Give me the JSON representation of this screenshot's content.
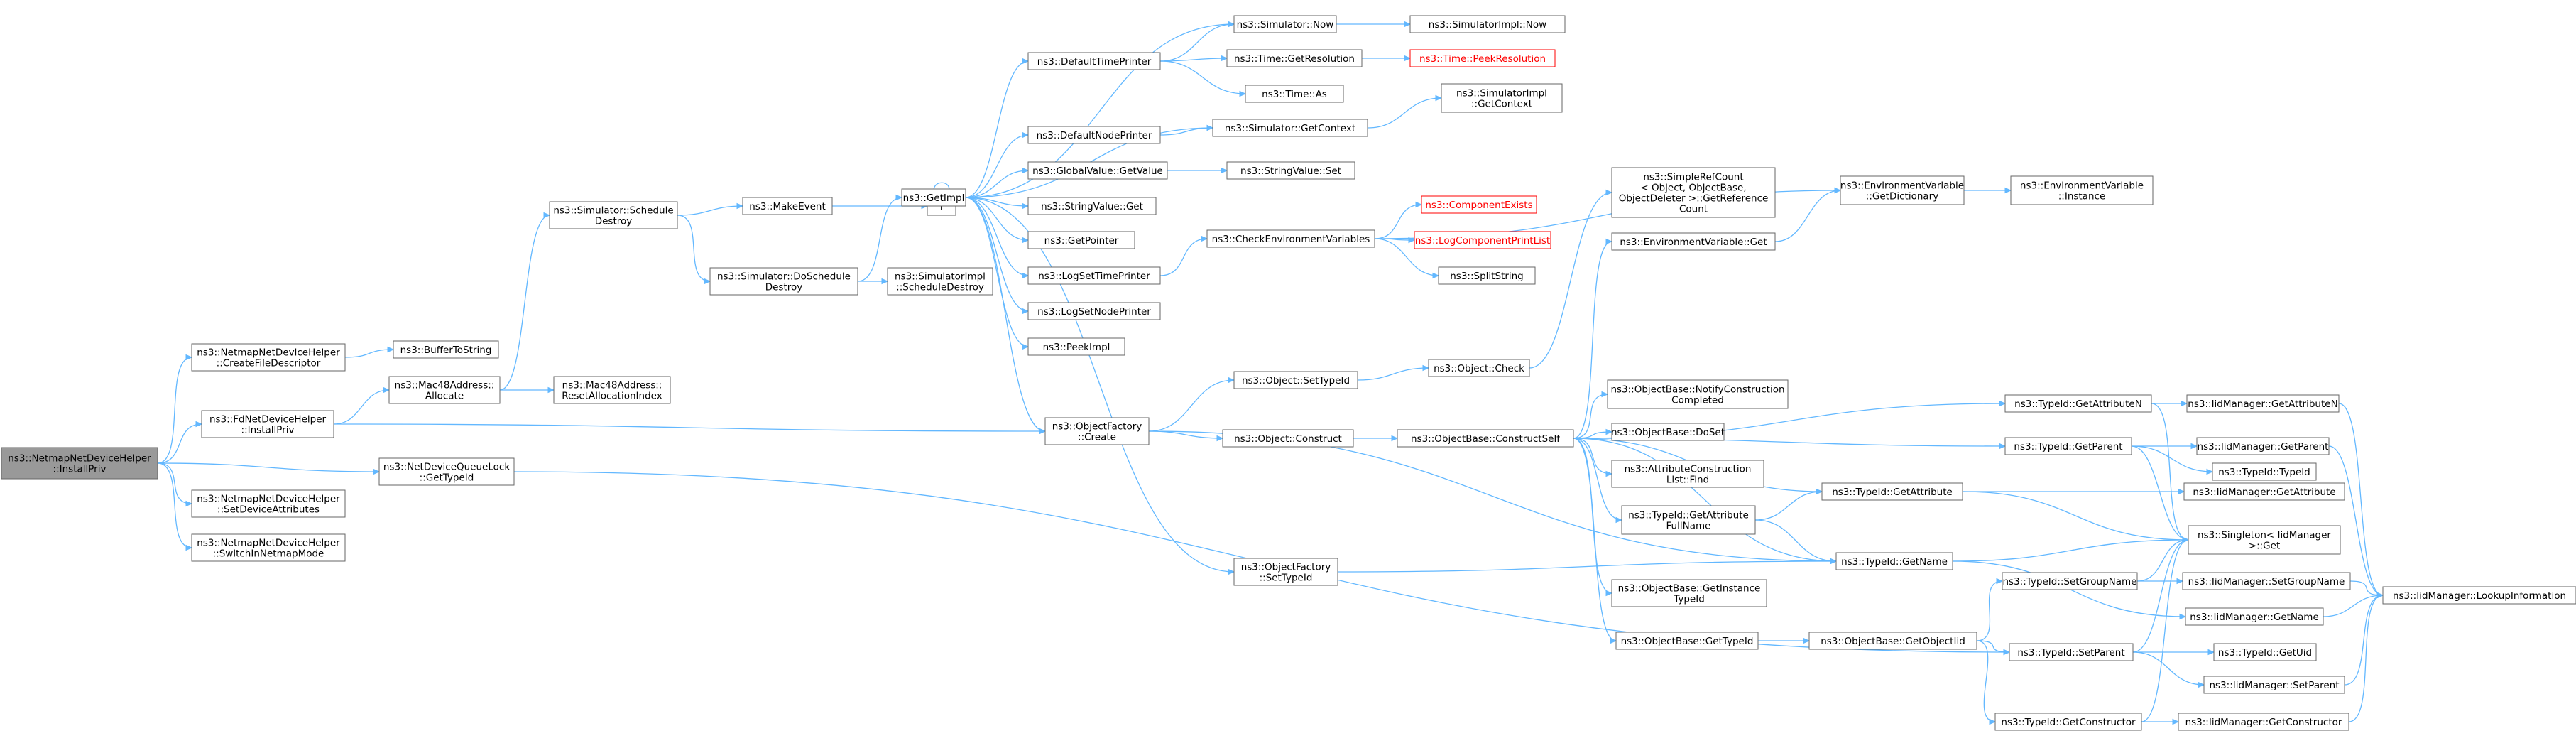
{
  "nodes": {
    "n_root": "ns3::NetmapNetDeviceHelper\n::InstallPriv",
    "n_cfd": "ns3::NetmapNetDeviceHelper\n::CreateFileDescriptor",
    "n_fdinst": "ns3::FdNetDeviceHelper\n::InstallPriv",
    "n_setdev": "ns3::NetmapNetDeviceHelper\n::SetDeviceAttributes",
    "n_switch": "ns3::NetmapNetDeviceHelper\n::SwitchInNetmapMode",
    "n_ndql": "ns3::NetDeviceQueueLock\n::GetTypeId",
    "n_buf": "ns3::BufferToString",
    "n_alloc": "ns3::Mac48Address::\nAllocate",
    "n_reset": "ns3::Mac48Address::\nResetAllocationIndex",
    "n_sched": "ns3::Simulator::Schedule\nDestroy",
    "n_make": "ns3::MakeEvent",
    "n_dosched": "ns3::Simulator::DoSchedule\nDestroy",
    "n_simsched": "ns3::SimulatorImpl\n::ScheduleDestroy",
    "n_f": "f",
    "n_getimpl": "ns3::GetImpl",
    "n_dtp": "ns3::DefaultTimePrinter",
    "n_dnp": "ns3::DefaultNodePrinter",
    "n_gvget": "ns3::GlobalValue::GetValue",
    "n_svget": "ns3::StringValue::Get",
    "n_getptr": "ns3::GetPointer",
    "n_lstp": "ns3::LogSetTimePrinter",
    "n_lsnp": "ns3::LogSetNodePrinter",
    "n_peek": "ns3::PeekImpl",
    "n_ofcreate": "ns3::ObjectFactory\n::Create",
    "n_ofsettid": "ns3::ObjectFactory\n::SetTypeId",
    "n_simnow": "ns3::Simulator::Now",
    "n_siminow": "ns3::SimulatorImpl::Now",
    "n_getres": "ns3::Time::GetResolution",
    "n_peekres": "ns3::Time::PeekResolution",
    "n_timeas": "ns3::Time::As",
    "n_getctx": "ns3::Simulator::GetContext",
    "n_impl_getctx": "ns3::SimulatorImpl\n::GetContext",
    "n_svset": "ns3::StringValue::Set",
    "n_cev": "ns3::CheckEnvironmentVariables",
    "n_compexists": "ns3::ComponentExists",
    "n_lcpl": "ns3::LogComponentPrintList",
    "n_split": "ns3::SplitString",
    "n_envdict": "ns3::EnvironmentVariable\n::GetDictionary",
    "n_envinst": "ns3::EnvironmentVariable\n::Instance",
    "n_envget": "ns3::EnvironmentVariable::Get",
    "n_srcref": "ns3::SimpleRefCount\n< Object, ObjectBase,\nObjectDeleter >::GetReference\nCount",
    "n_objsettid": "ns3::Object::SetTypeId",
    "n_objcheck": "ns3::Object::Check",
    "n_objconstruct": "ns3::Object::Construct",
    "n_obcs": "ns3::ObjectBase::ConstructSelf",
    "n_obnotify": "ns3::ObjectBase::NotifyConstruction\nCompleted",
    "n_obdoset": "ns3::ObjectBase::DoSet",
    "n_aclfind": "ns3::AttributeConstruction\nList::Find",
    "n_tgafn": "ns3::TypeId::GetAttribute\nFullName",
    "n_obgit": "ns3::ObjectBase::GetInstance\nTypeId",
    "n_obgtid": "ns3::ObjectBase::GetTypeId",
    "n_tgan": "ns3::TypeId::GetAttributeN",
    "n_tgp": "ns3::TypeId::GetParent",
    "n_tga": "ns3::TypeId::GetAttribute",
    "n_tgn": "ns3::TypeId::GetName",
    "n_obgoi": "ns3::ObjectBase::GetObjectIid",
    "n_tsgn": "ns3::TypeId::SetGroupName",
    "n_tsp": "ns3::TypeId::SetParent",
    "n_tgc": "ns3::TypeId::GetConstructor",
    "n_iidgan": "ns3::IidManager::GetAttributeN",
    "n_iidgp": "ns3::IidManager::GetParent",
    "n_ttid": "ns3::TypeId::TypeId",
    "n_iidga": "ns3::IidManager::GetAttribute",
    "n_singleton": "ns3::Singleton< IidManager\n>::Get",
    "n_iidsgn": "ns3::IidManager::SetGroupName",
    "n_iidgn": "ns3::IidManager::GetName",
    "n_tguid": "ns3::TypeId::GetUid",
    "n_iidsp": "ns3::IidManager::SetParent",
    "n_iidgc": "ns3::IidManager::GetConstructor",
    "n_lookup": "ns3::IidManager::LookupInformation"
  },
  "colors": {
    "edge": "#63b8ff",
    "root_fill": "#999999",
    "node_border": "#666666",
    "missing_border": "#ff0000"
  }
}
